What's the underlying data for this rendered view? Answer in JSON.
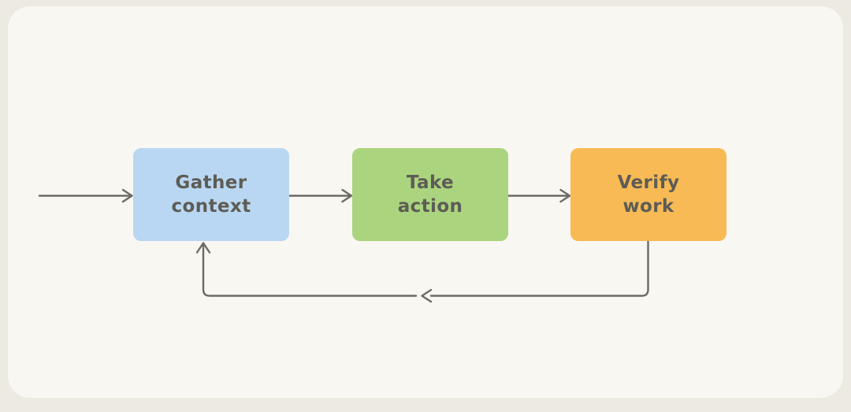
{
  "page": {
    "background": "#edeae2",
    "card_background": "#f9f7f2"
  },
  "diagram": {
    "line_color": "#6b6a64",
    "text_color": "#5d5c55",
    "nodes": [
      {
        "id": "gather-context",
        "label": "Gather\ncontext",
        "color": "#b9d7f2"
      },
      {
        "id": "take-action",
        "label": "Take\naction",
        "color": "#abd47e"
      },
      {
        "id": "verify-work",
        "label": "Verify\nwork",
        "color": "#f8ba55"
      }
    ],
    "edges": [
      {
        "from": "start",
        "to": "gather-context",
        "style": "straight-right"
      },
      {
        "from": "gather-context",
        "to": "take-action",
        "style": "straight-right"
      },
      {
        "from": "take-action",
        "to": "verify-work",
        "style": "straight-right"
      },
      {
        "from": "verify-work",
        "to": "gather-context",
        "style": "feedback-loop"
      }
    ]
  }
}
